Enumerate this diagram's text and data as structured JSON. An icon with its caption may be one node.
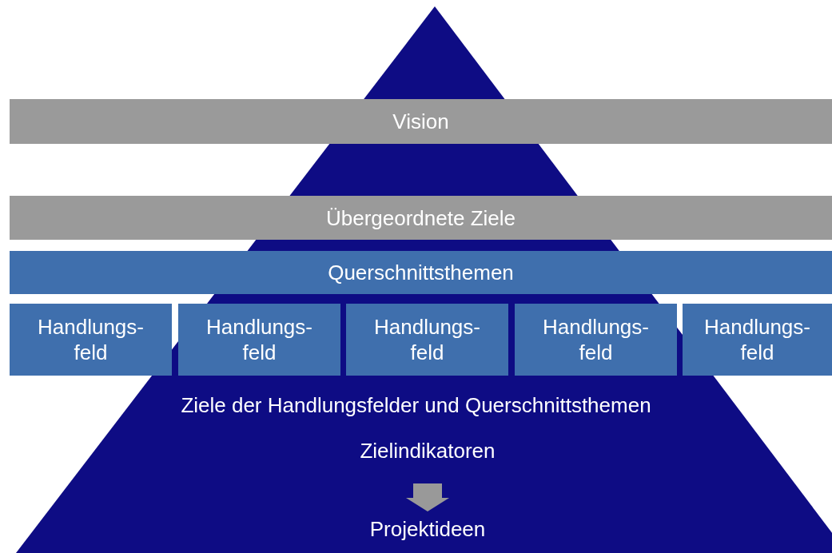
{
  "diagram": {
    "nodes": [
      {
        "text": [
          "Vision"
        ]
      },
      {
        "text": [
          "Übergeordnete Ziele"
        ]
      },
      {
        "text": [
          "Querschnittsthemen"
        ]
      },
      {
        "text": [
          "Handlungs- feld"
        ]
      },
      {
        "text": [
          "Handlungs- feld"
        ]
      },
      {
        "text": [
          "Handlungs- feld"
        ]
      },
      {
        "text": [
          "Handlungs- feld"
        ]
      },
      {
        "text": [
          "Handlungs- feld"
        ]
      },
      {
        "text": [
          "Zielindikatoren"
        ]
      },
      {
        "text": [
          "Projektideen"
        ]
      }
    ],
    "edges": [
      {
        "from": 8,
        "to": 9,
        "arrow": "to"
      }
    ],
    "labels": [
      "Ziele der Handlungsfelder und Querschnittsthemen"
    ]
  }
}
